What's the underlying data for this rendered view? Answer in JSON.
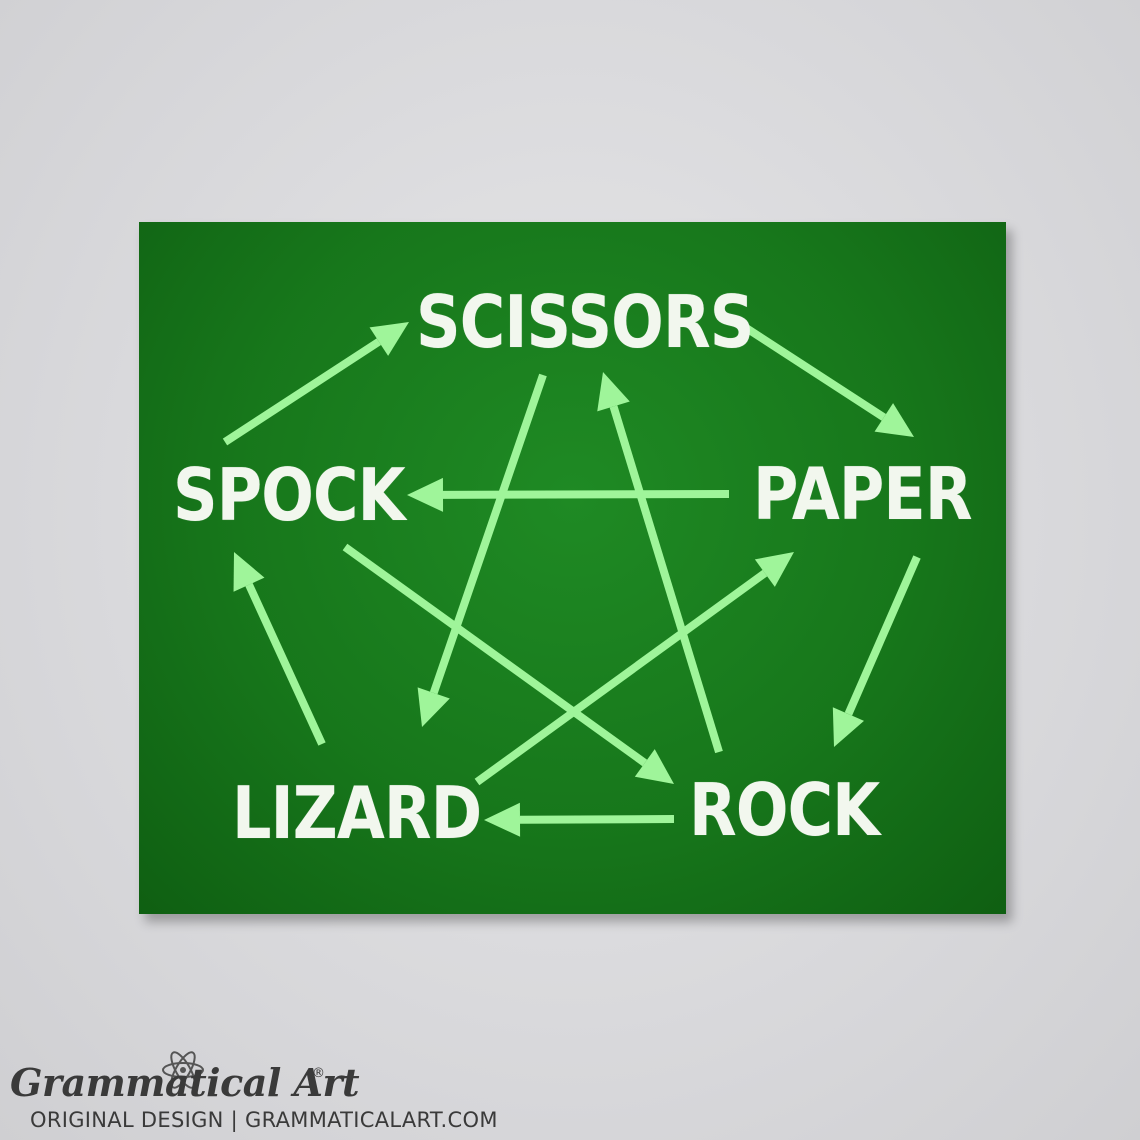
{
  "diagram": {
    "nodes": [
      {
        "id": "scissors",
        "label": "SCISSORS"
      },
      {
        "id": "paper",
        "label": "PAPER"
      },
      {
        "id": "rock",
        "label": "ROCK"
      },
      {
        "id": "lizard",
        "label": "LIZARD"
      },
      {
        "id": "spock",
        "label": "SPOCK"
      }
    ],
    "edges": [
      {
        "from": "scissors",
        "to": "paper"
      },
      {
        "from": "paper",
        "to": "rock"
      },
      {
        "from": "rock",
        "to": "lizard"
      },
      {
        "from": "lizard",
        "to": "spock"
      },
      {
        "from": "spock",
        "to": "scissors"
      },
      {
        "from": "scissors",
        "to": "lizard"
      },
      {
        "from": "lizard",
        "to": "paper"
      },
      {
        "from": "paper",
        "to": "spock"
      },
      {
        "from": "spock",
        "to": "rock"
      },
      {
        "from": "rock",
        "to": "scissors"
      }
    ],
    "colors": {
      "background": "#17771b",
      "arrow": "#9ff59a",
      "text": "#f2f7ee"
    }
  },
  "watermark": {
    "brand": "Grammatical Art",
    "registered": "®",
    "tagline": "ORIGINAL DESIGN | GRAMMATICALART.COM"
  }
}
